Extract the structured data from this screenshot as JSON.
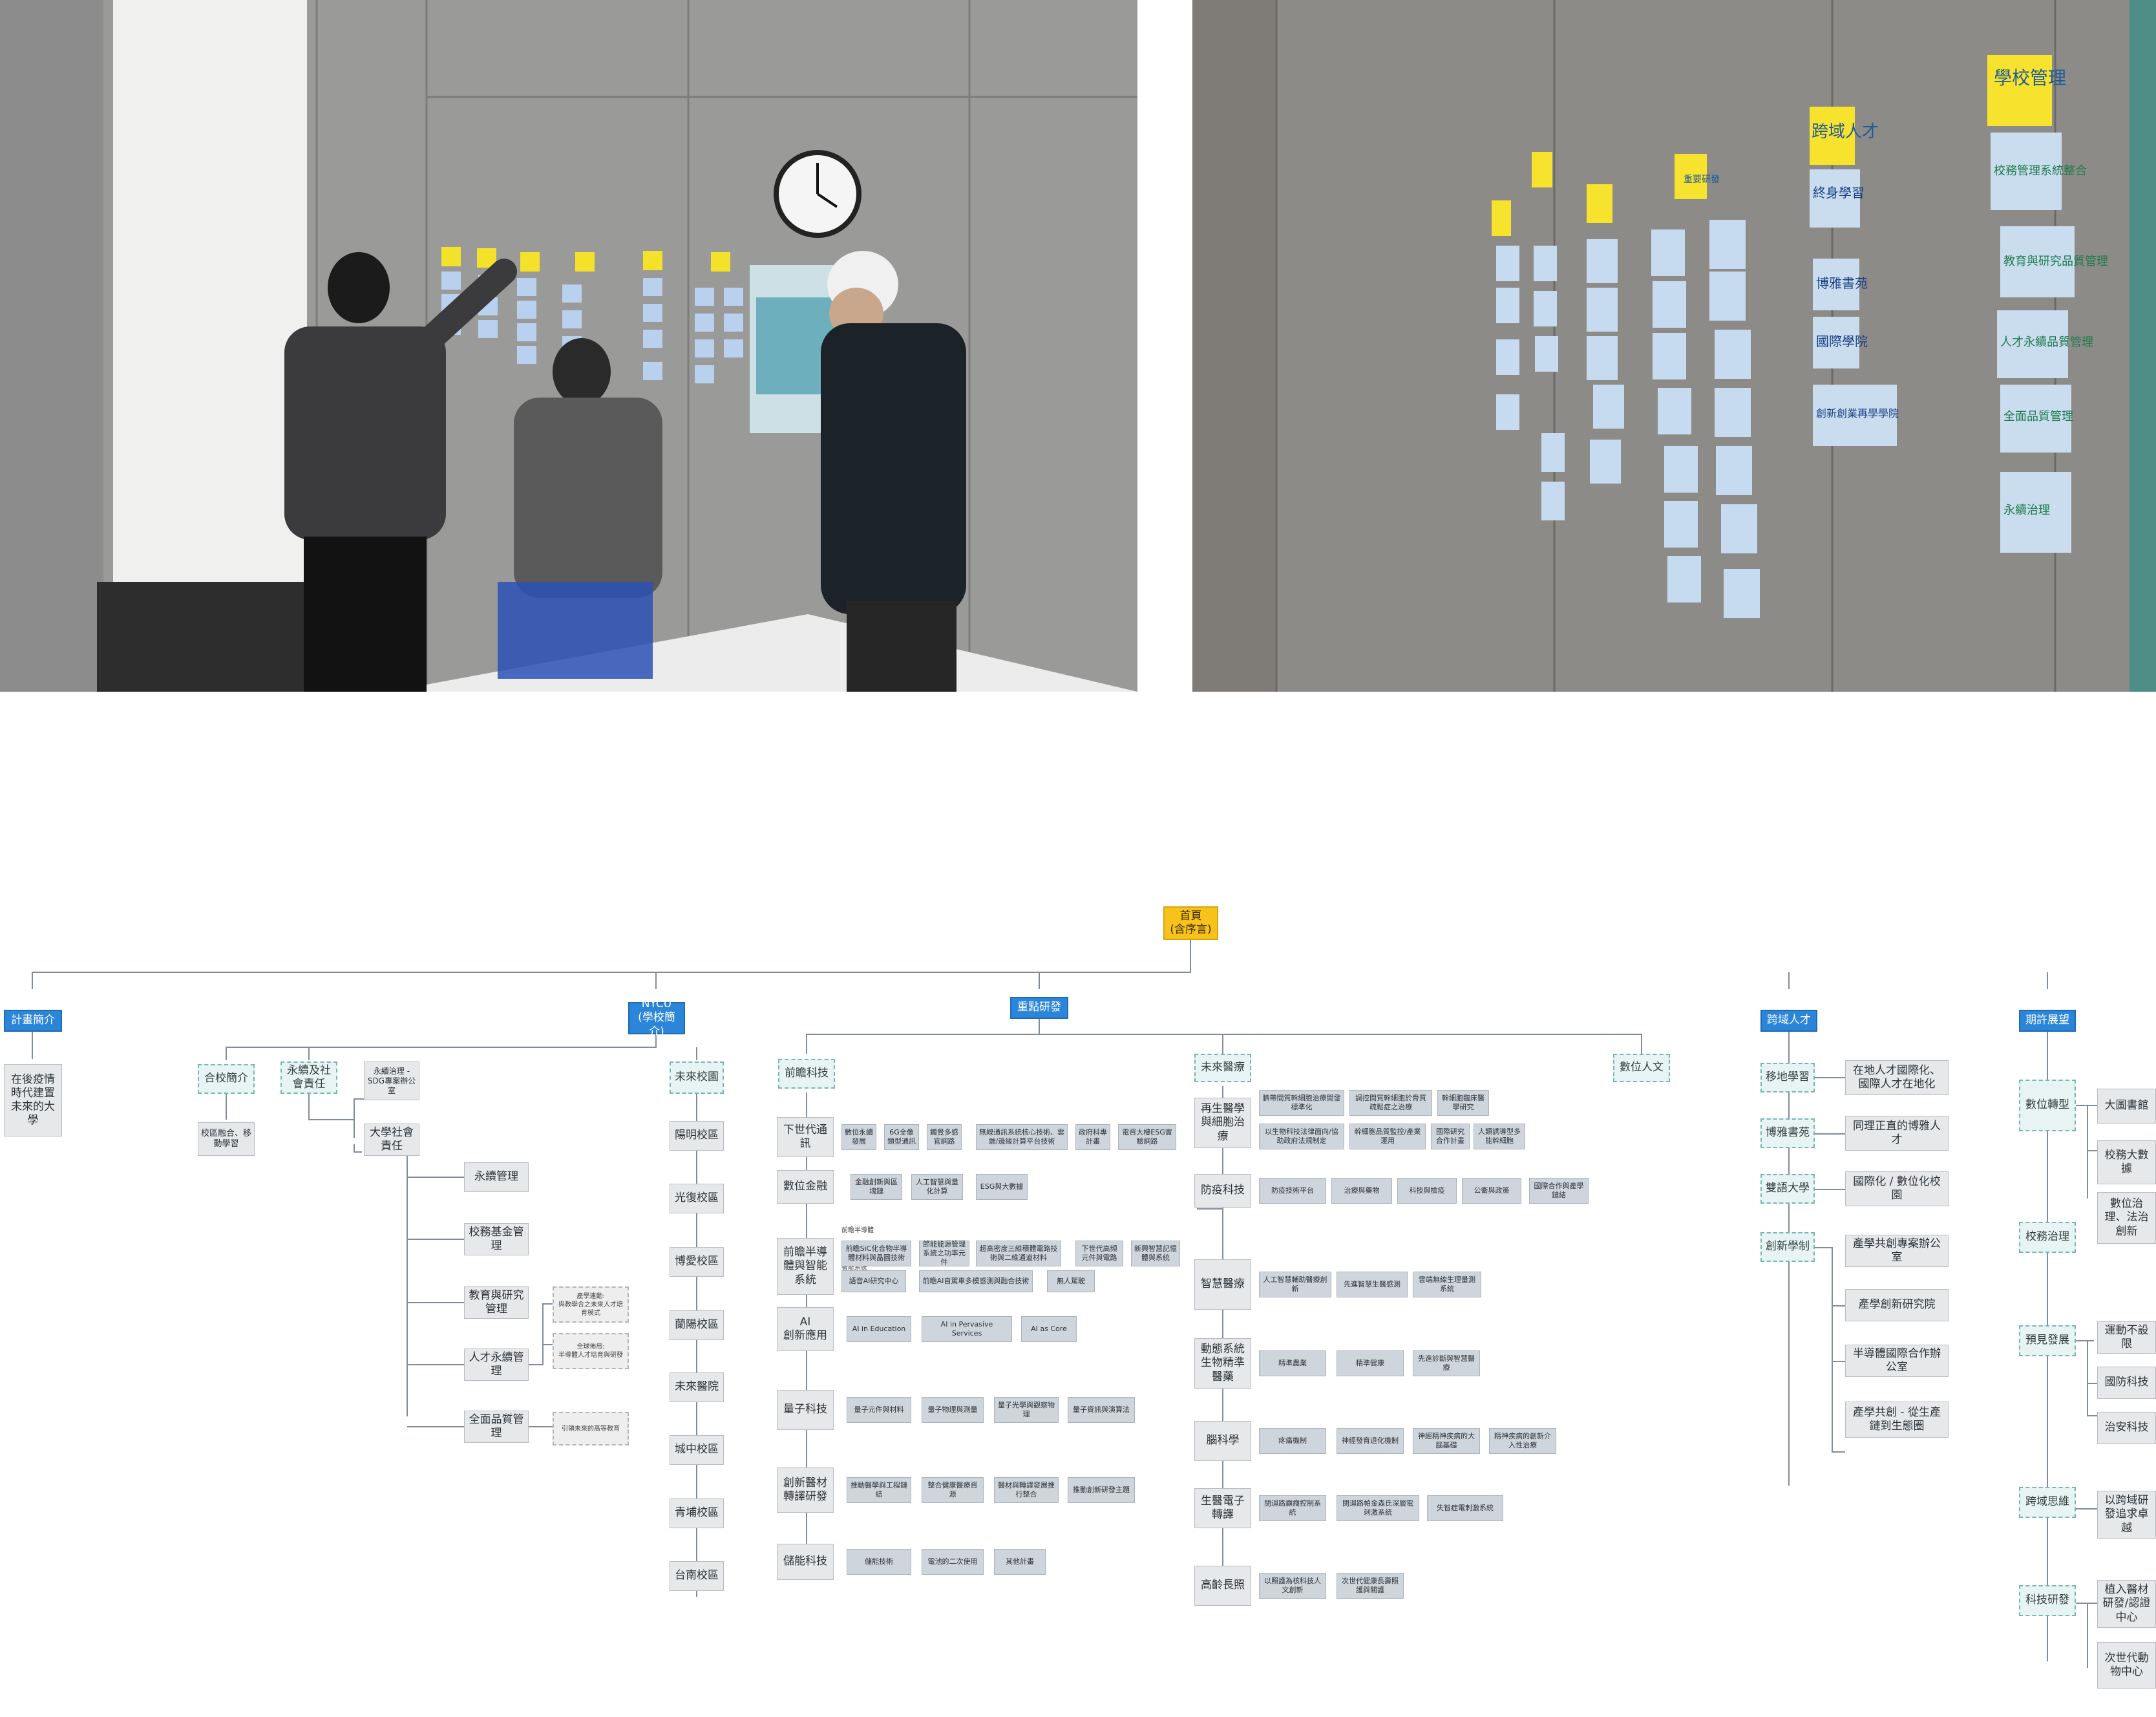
{
  "colors": {
    "root": "#f7c31a",
    "section": "#2b85d8",
    "theme": "#e7f4f3",
    "item": "#e6e8ea",
    "leaf": "#cfd5dc",
    "dashed": "#eeeeee",
    "line": "#7e8e9c"
  },
  "photos": {
    "left": {
      "description_icon": "photo-workshop-team-sticky-notes-icon"
    },
    "right": {
      "notes": [
        {
          "id": "sl1",
          "text": "跨域人才"
        },
        {
          "id": "sl2",
          "text": "學校管理"
        },
        {
          "id": "sl3",
          "text": "重要研發"
        },
        {
          "id": "sr1",
          "text": "終身學習"
        },
        {
          "id": "sr2",
          "text": "博雅書苑"
        },
        {
          "id": "sr3",
          "text": "國際學院"
        },
        {
          "id": "sr4",
          "text": "創新創業再學學院"
        },
        {
          "id": "sr5",
          "text": "校務管理系統整合"
        },
        {
          "id": "sr6",
          "text": "教育與研究品質管理"
        },
        {
          "id": "sr7",
          "text": "人才永續品質管理"
        },
        {
          "id": "sr8",
          "text": "全面品質管理"
        },
        {
          "id": "sr9",
          "text": "永續治理"
        }
      ]
    }
  },
  "mindmap": {
    "root": "首頁\n(含序言)",
    "plan": {
      "label": "計畫簡介",
      "child": "在後疫情時代建置未來的大學"
    },
    "nycu": {
      "label": "NYCU\n(學校簡介)",
      "intro": {
        "label": "合校簡介",
        "child": "校區融合、移動學習"
      },
      "sust": {
        "label": "永續及社會責任",
        "child1": "永續治理 - SDG專案辦公室",
        "child2": "大學社會責任",
        "items": [
          "永續管理",
          "校務基金管理",
          "教育與研究管理",
          "人才永續管理",
          "全面品質管理"
        ],
        "talent_notes": [
          "產學連動:\n與教學合之未來人才培育模式",
          "全球佈局:\n半導體人才培育與研發"
        ],
        "quality_note": "引領未來的高等教育"
      },
      "campus": {
        "label": "未來校園",
        "items": [
          "陽明校區",
          "光復校區",
          "博愛校區",
          "蘭陽校區",
          "未來醫院",
          "城中校區",
          "青埔校區",
          "台南校區"
        ]
      }
    },
    "rnd": {
      "label": "重點研發",
      "frontier": {
        "label": "前瞻科技",
        "rows": [
          {
            "label": "下世代通訊",
            "leaves": [
              "數位永續發展",
              "6G全像類型通訊",
              "觸覺多感官網路",
              "無線通訊系統核心技術、雲端/邊緣計算平台技術",
              "政府科專計畫",
              "電資大樓ESG實驗網路"
            ]
          },
          {
            "label": "數位金融",
            "leaves": [
              "金融創新與區塊鏈",
              "人工智慧與量化計算",
              "ESG與大數據"
            ]
          },
          {
            "label": "前瞻半導體與智能系統",
            "pre": "前瞻半導體",
            "pre2": "智能系統",
            "leaves": [
              "前瞻SiC化合物半導體材料與晶圓技術",
              "節能能源管理系統之功率元件",
              "超高密度三維積體電路技術與二維通道材料",
              "下世代高頻元件與電路",
              "新興智慧記憶體與系統"
            ],
            "leaves2": [
              "語音AI研究中心",
              "前瞻AI自駕車多模感測與融合技術",
              "無人駕駛"
            ]
          },
          {
            "label": "AI\n創新應用",
            "leaves": [
              "AI in Education",
              "AI in Pervasive Services",
              "AI as Core"
            ]
          },
          {
            "label": "量子科技",
            "leaves": [
              "量子元件與材料",
              "量子物理與測量",
              "量子光學與觀察物理",
              "量子資訊與演算法"
            ]
          },
          {
            "label": "創新醫材轉譯研發",
            "leaves": [
              "推動醫學與工程鏈結",
              "整合健康醫療資源",
              "醫材與轉譯發展推行整合",
              "推動創新研發主題"
            ]
          },
          {
            "label": "儲能科技",
            "leaves": [
              "儲能技術",
              "電池的二次使用",
              "其他計畫"
            ]
          }
        ]
      },
      "med": {
        "label": "未來醫療",
        "rows": [
          {
            "label": "再生醫學與細胞治療",
            "leaves": [
              "臍帶間質幹細胞治療開發標準化",
              "調控間質幹細胞於骨質疏鬆症之治療",
              "幹細胞臨床醫學研究",
              "以生物科技法律面向/協助政府法規制定",
              "幹細胞品質監控/產業運用",
              "國際研究合作計畫",
              "人類誘導型多能幹細胞"
            ]
          },
          {
            "label": "防疫科技",
            "leaves": [
              "防疫技術平台",
              "治療與藥物",
              "科技與檢疫",
              "公衛與政策",
              "國際合作與產學鏈結"
            ]
          },
          {
            "label": "智慧醫療",
            "leaves": [
              "人工智慧輔助醫療創新",
              "先進智慧生醫感測",
              "雲端無線生理量測系統"
            ]
          },
          {
            "label": "動態系統生物精準醫藥",
            "leaves": [
              "精準農業",
              "精準健康",
              "先進診斷與智慧醫療"
            ]
          },
          {
            "label": "腦科學",
            "leaves": [
              "疼痛機制",
              "神經發育退化機制",
              "神經精神疾病的大腦基礎",
              "精神疾病的創新介入性治療"
            ]
          },
          {
            "label": "生醫電子轉譯",
            "leaves": [
              "閉迴路癲癇控制系統",
              "閉迴路帕金森氏深層電刺激系統",
              "失智症電刺激系統"
            ]
          },
          {
            "label": "高齡長照",
            "leaves": [
              "以照護為核科技人文創新",
              "次世代健康長壽照護與關護"
            ]
          }
        ]
      },
      "human": {
        "label": "數位人文"
      }
    },
    "cross": {
      "label": "跨域人才",
      "items": [
        {
          "label": "移地學習",
          "desc": "在地人才國際化、國際人才在地化"
        },
        {
          "label": "博雅書苑",
          "desc": "同理正直的博雅人才"
        },
        {
          "label": "雙語大學",
          "desc": "國際化 / 數位化校園"
        },
        {
          "label": "創新學制",
          "descs": [
            "產學共創專案辦公室",
            "產學創新研究院",
            "半導體國際合作辦公室",
            "產學共創 - 從生產鏈到生態圈"
          ]
        }
      ]
    },
    "outlook": {
      "label": "期許展望",
      "items": [
        {
          "label": "數位轉型",
          "descs": [
            "大圖書館",
            "校務大數據",
            "數位治理、法治創新"
          ]
        },
        {
          "label": "校務治理",
          "descs": []
        },
        {
          "label": "預見發展",
          "descs": [
            "運動不設限",
            "國防科技",
            "治安科技"
          ]
        },
        {
          "label": "跨域思維",
          "descs": [
            "以跨域研發追求卓越"
          ]
        },
        {
          "label": "科技研發",
          "descs": [
            "植入醫材研發/認證中心",
            "次世代動物中心"
          ]
        }
      ]
    }
  }
}
